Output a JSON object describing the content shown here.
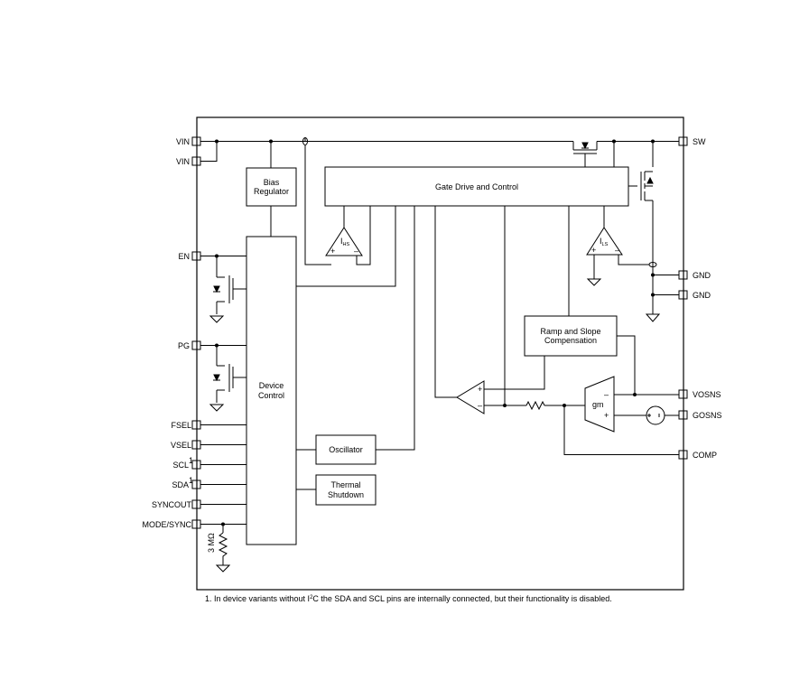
{
  "pins_left": {
    "vin1": "VIN",
    "vin2": "VIN",
    "en": "EN",
    "pg": "PG",
    "fsel": "FSEL",
    "vsel": "VSEL",
    "scl": "SCL",
    "scl_note": "1",
    "sda": "SDA",
    "sda_note": "1",
    "syncout": "SYNCOUT",
    "mode_sync": "MODE/SYNC"
  },
  "pins_right": {
    "sw": "SW",
    "gnd1": "GND",
    "gnd2": "GND",
    "vosns": "VOSNS",
    "gosns": "GOSNS",
    "comp": "COMP"
  },
  "blocks": {
    "bias_line1": "Bias",
    "bias_line2": "Regulator",
    "gate_drive": "Gate Drive and Control",
    "device_line1": "Device",
    "device_line2": "Control",
    "oscillator": "Oscillator",
    "thermal_line1": "Thermal",
    "thermal_line2": "Shutdown",
    "ramp_line1": "Ramp and Slope",
    "ramp_line2": "Compensation"
  },
  "components": {
    "ihs_label": "I",
    "ihs_sub": "HS",
    "ils_label": "I",
    "ils_sub": "LS",
    "gm_label": "gm",
    "resistor_value": "3 MΩ",
    "plus": "+",
    "minus": "–"
  },
  "footnote": {
    "pre": "1. In device variants without I",
    "sup": "2",
    "post": "C the SDA and SCL pins are internally connected, but their functionality is disabled."
  }
}
